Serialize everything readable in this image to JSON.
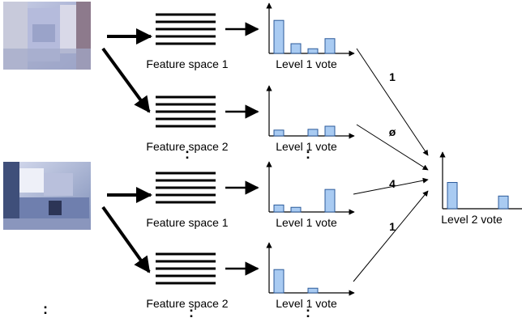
{
  "rows": [
    {
      "feature_label": "Feature space 1",
      "vote_label": "Level 1 vote",
      "bins": [
        0.85,
        0.25,
        0.12,
        0.38
      ],
      "weight": "1"
    },
    {
      "feature_label": "Feature space 2",
      "vote_label": "Level 1 vote",
      "bins": [
        0.15,
        0.0,
        0.17,
        0.25
      ],
      "weight": "ø"
    },
    {
      "feature_label": "Feature space 1",
      "vote_label": "Level 1 vote",
      "bins": [
        0.18,
        0.12,
        0.0,
        0.58
      ],
      "weight": "4"
    },
    {
      "feature_label": "Feature space 2",
      "vote_label": "Level 1 vote",
      "bins": [
        0.6,
        0.0,
        0.12,
        0.0
      ],
      "weight": "1"
    }
  ],
  "level2": {
    "label": "Level 2  vote",
    "bins": [
      0.58,
      0.0,
      0.0,
      0.28
    ]
  },
  "ellipsis": ":",
  "colors": {
    "bar_fill": "#a9cbf2",
    "bar_stroke": "#2b5a9a",
    "line": "#000000"
  }
}
